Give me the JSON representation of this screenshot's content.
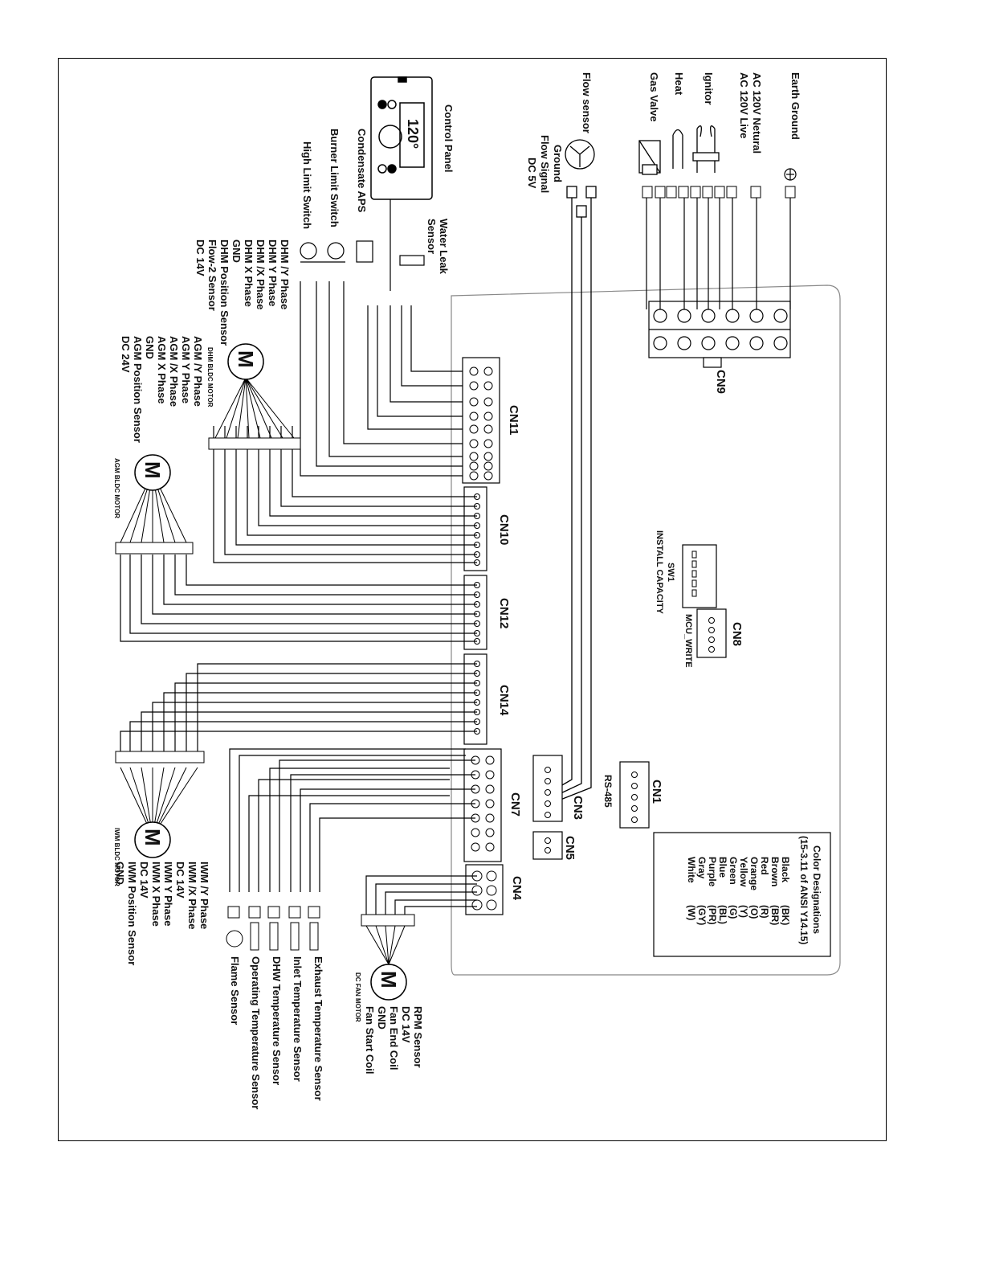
{
  "top_labels": {
    "earth_ground": "Earth Ground",
    "ac_neutral": "AC 120V Netural",
    "ac_live": "AC 120V Live",
    "ignitor": "Ignitor",
    "heat": "Heat",
    "gas_valve": "Gas Valve",
    "flow_sensor": "Flow sensor",
    "ground": "Ground",
    "flow_signal": "Flow Signal",
    "dc5v": "DC 5V"
  },
  "control_panel": {
    "title": "Control Panel",
    "display": "120°",
    "water_leak": [
      "Water Leak",
      "Sensor"
    ],
    "condensate_aps": "Condensate APS",
    "burner_limit": "Burner Limit Switch",
    "high_limit": "High Limit Switch"
  },
  "dhm_legend": [
    "DHM /Y Phase",
    "DHM Y Phase",
    "DHM /X Phase",
    "DHM X Phase",
    "GND",
    "DHM Position Sensor",
    "Flow-2 Sensor",
    "DC 14V"
  ],
  "dhm_motor": {
    "letter": "M",
    "caption": "DHM BLDC MOTOR"
  },
  "agm_legend": [
    "AGM /Y Phase",
    "AGM Y Phase",
    "AGM /X Phase",
    "AGM X Phase",
    "GND",
    "AGM Position Sensor",
    "DC 24V"
  ],
  "agm_motor": {
    "letter": "M",
    "caption": "AGM BLDC MOTOR"
  },
  "iwm_legend": [
    "IWM /Y Phase",
    "IWM /X Phase",
    "DC 14V",
    "IWM Y Phase",
    "IWM X Phase",
    "DC 14V",
    "IWM Position Sensor",
    "GND"
  ],
  "iwm_motor": {
    "letter": "M",
    "caption": "IWM BLDC MOTOR"
  },
  "sensors": [
    "Exhaust Temperature Sensor",
    "Inlet Temperature Sensor",
    "DHW Temperature Sensor",
    "Operating Temperature Sensor",
    "Flame Sensor"
  ],
  "fan_legend": [
    "RPM Sensor",
    "DC 14V",
    "Fan End Coil",
    "GND",
    "Fan Start Coil"
  ],
  "fan_motor": {
    "letter": "M",
    "caption": "DC FAN MOTOR"
  },
  "connectors": {
    "cn1": "CN1",
    "cn3": "CN3",
    "cn4": "CN4",
    "cn5": "CN5",
    "cn7": "CN7",
    "cn8": "CN8",
    "cn9": "CN9",
    "cn10": "CN10",
    "cn11": "CN11",
    "cn12": "CN12",
    "cn14": "CN14"
  },
  "rs485": "RS-485",
  "sw1": {
    "name": "SW1",
    "caption": "INSTALL CAPACITY",
    "mcu": "MCU_WRITE"
  },
  "color_designations": {
    "title": "Color Designations",
    "subtitle": "(15-3.11 of ANSI Y14.15)",
    "names": [
      "Black",
      "Brown",
      "Red",
      "Orange",
      "Yellow",
      "Green",
      "Blue",
      "Purple",
      "Gray",
      "White"
    ],
    "codes": [
      "(BK)",
      "(BR)",
      "(R)",
      "(O)",
      "(Y)",
      "(G)",
      "(BL)",
      "(PR)",
      "(GY)",
      "(W)"
    ]
  }
}
